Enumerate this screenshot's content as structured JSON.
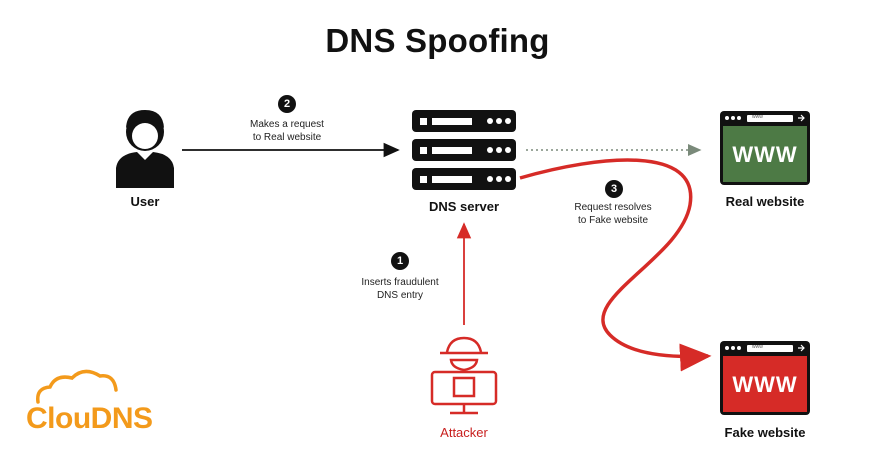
{
  "title": "DNS Spoofing",
  "nodes": {
    "user": "User",
    "dns_server": "DNS server",
    "real_website": "Real website",
    "fake_website": "Fake website",
    "attacker": "Attacker"
  },
  "steps": [
    {
      "number": "1",
      "line1": "Inserts fraudulent",
      "line2": "DNS entry"
    },
    {
      "number": "2",
      "line1": "Makes a request",
      "line2": "to Real website"
    },
    {
      "number": "3",
      "line1": "Request resolves",
      "line2": "to Fake website"
    }
  ],
  "browser": {
    "url_text": "www",
    "content_text": "WWW"
  },
  "logo": "ClouDNS",
  "colors": {
    "red": "#d62b27",
    "green": "#4d7a45",
    "dark": "#111111",
    "logo_orange": "#f39a1b"
  },
  "icons": [
    "user-icon",
    "server-icon",
    "attacker-icon",
    "browser-icon",
    "cloud-icon"
  ]
}
